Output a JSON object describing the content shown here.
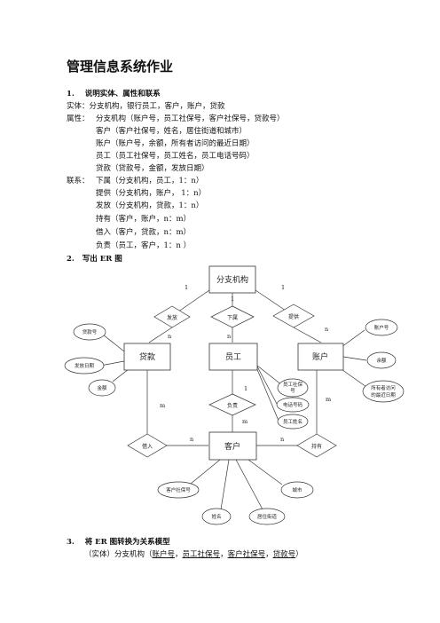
{
  "doc": {
    "title": "管理信息系统作业",
    "sec1": {
      "num": "1.",
      "heading": "说明实体、属性和联系"
    },
    "entities_line": "实体：分支机构，银行员工，客户，账户，贷款",
    "attributes": {
      "label": "属性：",
      "lines": [
        "分支机构（账户号，员工社保号，客户社保号，贷款号）",
        "客户（客户社保号，姓名，居住街道和城市）",
        "账户（账户号，余额，所有者访问的最近日期）",
        "员工（员工社保号，员工姓名，员工电话号码）",
        "贷款（贷款号，金额，发放日期）"
      ]
    },
    "relations": {
      "label": "联系：",
      "lines": [
        "下属（分支机构，员工，1：n）",
        "提供（分支机构，账户，  1：n）",
        "发放（分支机构，贷款，1：n）",
        "持有（客户，账户，n：m）",
        "借入（客户，贷款，n：m）",
        "负责（员工，客户，1：n ）"
      ]
    },
    "sec2": {
      "num": "2.",
      "heading": "写出 ER 图"
    },
    "sec3": {
      "num": "3.",
      "heading": "将 ER 图转换为关系模型"
    },
    "last_line": {
      "prefix": "（实体）分支机构（",
      "k1": "账户号",
      "sep1": "，",
      "k2": "员工社保号",
      "sep2": "，",
      "k3": "客户社保号",
      "sep3": "，",
      "k4": "贷款号",
      "suffix": "）"
    }
  },
  "er": {
    "entities": {
      "branch": "分支机构",
      "loan": "贷款",
      "employee": "员工",
      "account": "账户",
      "customer": "客户"
    },
    "relationships": {
      "issue": "发放",
      "subordinate": "下属",
      "provide": "提供",
      "responsible": "负责",
      "borrow": "借入",
      "hold": "持有"
    },
    "attributes": {
      "loan_no": "贷款号",
      "issue_date": "发放日期",
      "amount": "金额",
      "acct_no": "账户号",
      "balance": "余额",
      "recent_date_1": "所有者访问",
      "recent_date_2": "的最近日期",
      "emp_ssn_1": "员工社保",
      "emp_ssn_2": "号",
      "emp_phone": "电话号码",
      "emp_name": "员工姓名",
      "cust_ssn": "客户社保号",
      "cust_name": "姓名",
      "street": "居住街道",
      "city": "城市"
    },
    "cardinality": {
      "branch_issue": "1",
      "branch_sub": "1",
      "branch_provide": "1",
      "issue_loan": "n",
      "sub_emp": "n",
      "provide_acct": "n",
      "emp_resp": "1",
      "resp_cust": "m",
      "loan_borrow": "m",
      "acct_hold": "m",
      "borrow_cust": "n",
      "hold_cust": "n"
    }
  }
}
